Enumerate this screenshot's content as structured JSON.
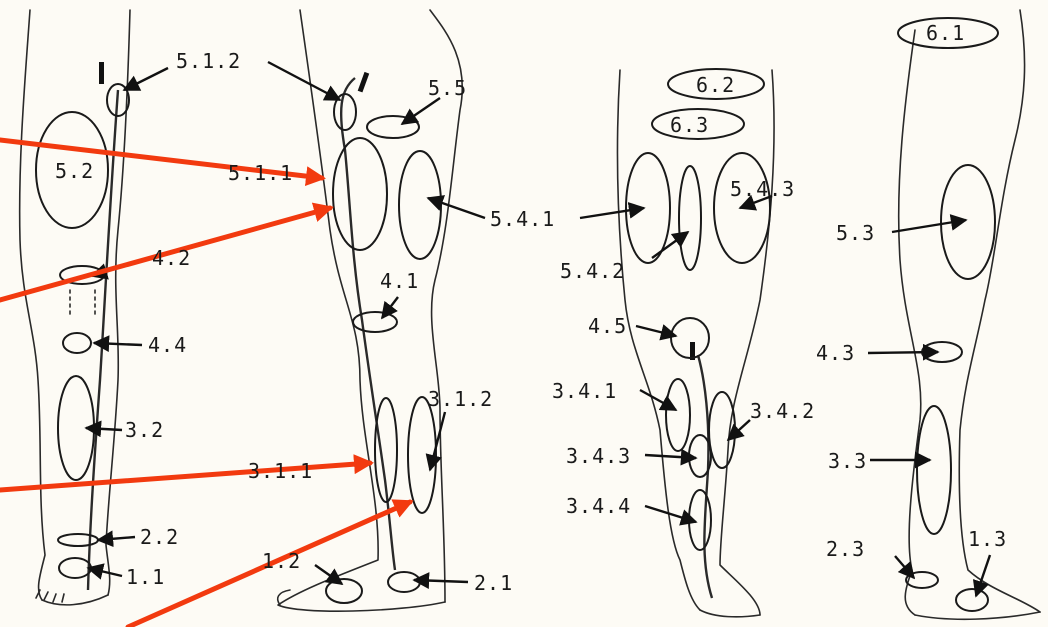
{
  "labels": {
    "l_5_1_2": "5.1.2",
    "l_5_5": "5.5",
    "l_5_2": "5.2",
    "l_5_1_1": "5.1.1",
    "l_5_4_1": "5.4.1",
    "l_4_2": "4.2",
    "l_4_1": "4.1",
    "l_4_4": "4.4",
    "l_3_2": "3.2",
    "l_3_1_2": "3.1.2",
    "l_3_1_1": "3.1.1",
    "l_2_2": "2.2",
    "l_1_1": "1.1",
    "l_1_2": "1.2",
    "l_2_1": "2.1",
    "l_6_2": "6.2",
    "l_6_3": "6.3",
    "l_5_4_3": "5.4.3",
    "l_5_4_2": "5.4.2",
    "l_4_5": "4.5",
    "l_3_4_1": "3.4.1",
    "l_3_4_2": "3.4.2",
    "l_3_4_3": "3.4.3",
    "l_3_4_4": "3.4.4",
    "l_6_1": "6.1",
    "l_5_3": "5.3",
    "l_4_3": "4.3",
    "l_3_3": "3.3",
    "l_2_3": "2.3",
    "l_1_3": "1.3"
  },
  "colors": {
    "highlight_arrows": "#f23a0f",
    "ink": "#1a1a1a",
    "paper": "#fdfbf5"
  }
}
